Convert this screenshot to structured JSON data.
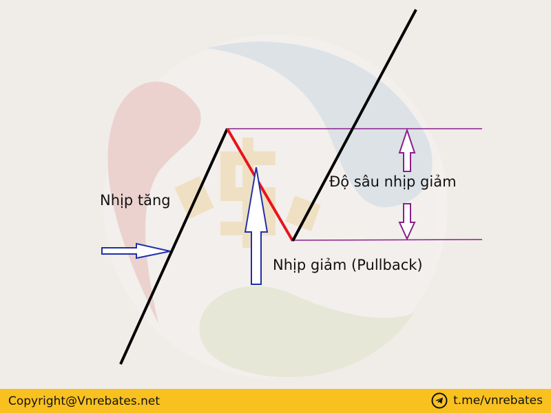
{
  "labels": {
    "uptrend": "Nhịp tăng",
    "pullback": "Nhịp giảm (Pullback)",
    "depth": "Độ sâu nhịp giảm"
  },
  "footer": {
    "copyright": "Copyright@Vnrebates.net",
    "telegram": "t.me/vnrebates",
    "telegram_icon": "telegram-icon"
  },
  "colors": {
    "trend_line": "#000000",
    "pullback_line": "#e8141c",
    "level_lines": "#8b1e8b",
    "blue_arrows": "#1f2fa8",
    "footer_bg": "#f9c11f"
  }
}
